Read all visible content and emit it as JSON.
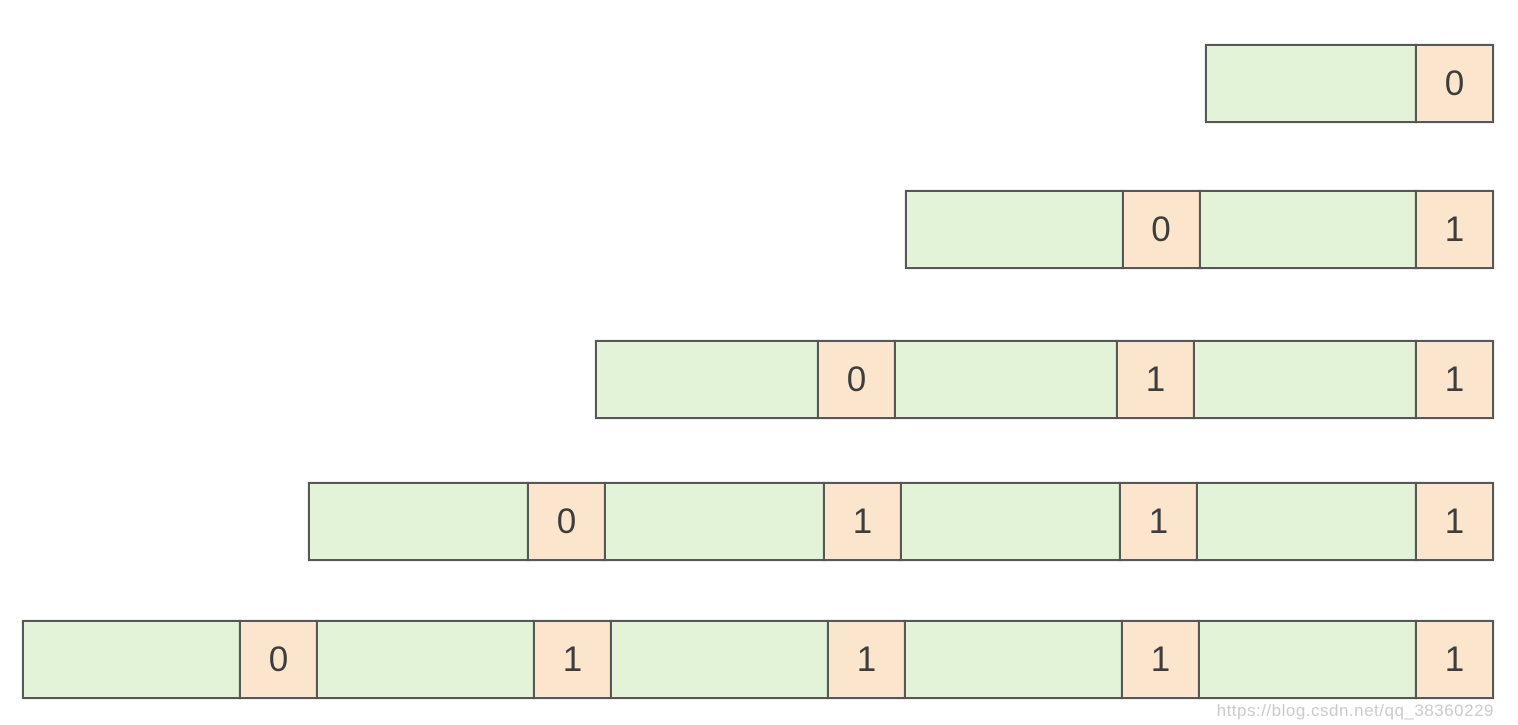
{
  "diagram": {
    "description": "stacked-growing-bars",
    "rows": [
      {
        "digits": [
          "0"
        ]
      },
      {
        "digits": [
          "0",
          "1"
        ]
      },
      {
        "digits": [
          "0",
          "1",
          "1"
        ]
      },
      {
        "digits": [
          "0",
          "1",
          "1",
          "1"
        ]
      },
      {
        "digits": [
          "0",
          "1",
          "1",
          "1",
          "1"
        ]
      }
    ]
  },
  "colors": {
    "segment_green": "#e2f3d8",
    "digit_orange": "#fbe5cc",
    "border": "#575757",
    "digit_text": "#3d3d3d"
  },
  "watermark": "https://blog.csdn.net/qq_38360229"
}
